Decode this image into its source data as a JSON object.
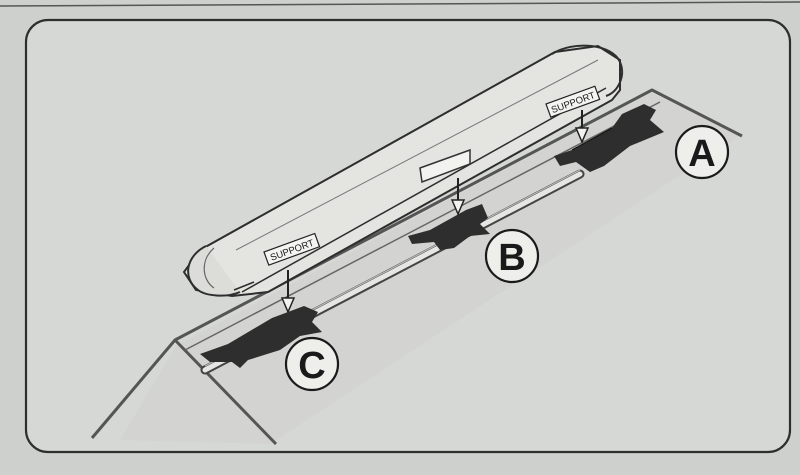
{
  "diagram": {
    "support_label": "SUPPORT",
    "callouts": {
      "a": "A",
      "b": "B",
      "c": "C"
    }
  }
}
